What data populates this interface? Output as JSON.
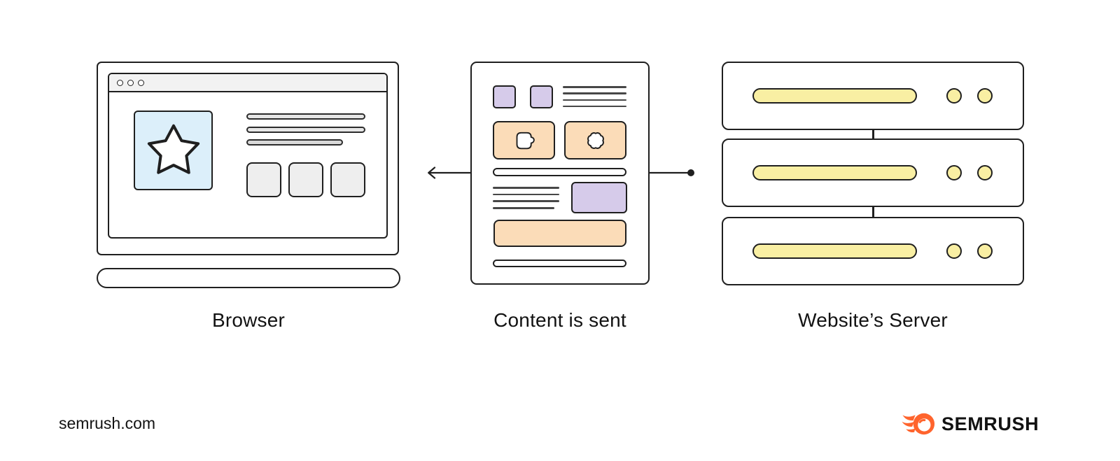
{
  "diagram": {
    "labels": {
      "browser": "Browser",
      "content_flow": "Content is sent",
      "server": "Website’s Server"
    },
    "flow": {
      "direction": "server-to-browser",
      "arrow_glyph": "←",
      "origin_glyph": "●"
    }
  },
  "footer": {
    "watermark": "semrush.com",
    "brand_wordmark": "SEMRUSH"
  },
  "icons": {
    "window_control_dots": "three hollow circles in browser titlebar",
    "star_icon": "puffy five-point star in hero image",
    "image_placeholder_icon": "rounded square with side tab",
    "seal_icon": "eight-lobe scalloped badge",
    "arrow_left_icon": "left arrow toward browser",
    "origin_dot_icon": "filled dot at server side",
    "semrush_flame_icon": "orange comet with white ball"
  },
  "colors": {
    "ink": "#1f1f1f",
    "line_gray": "#474747",
    "text_dark": "#121212",
    "sky_blue": "#dceffa",
    "lavender": "#d6cbea",
    "peach": "#fbdcb8",
    "butter_yellow": "#f9efa3",
    "panel_gray": "#eeeeee",
    "bar_gray": "#e6e6e6",
    "bar_gray_dark": "#d9d9d9",
    "titlebar_gray": "#f2f2f2",
    "brand_orange": "#ff642d"
  }
}
